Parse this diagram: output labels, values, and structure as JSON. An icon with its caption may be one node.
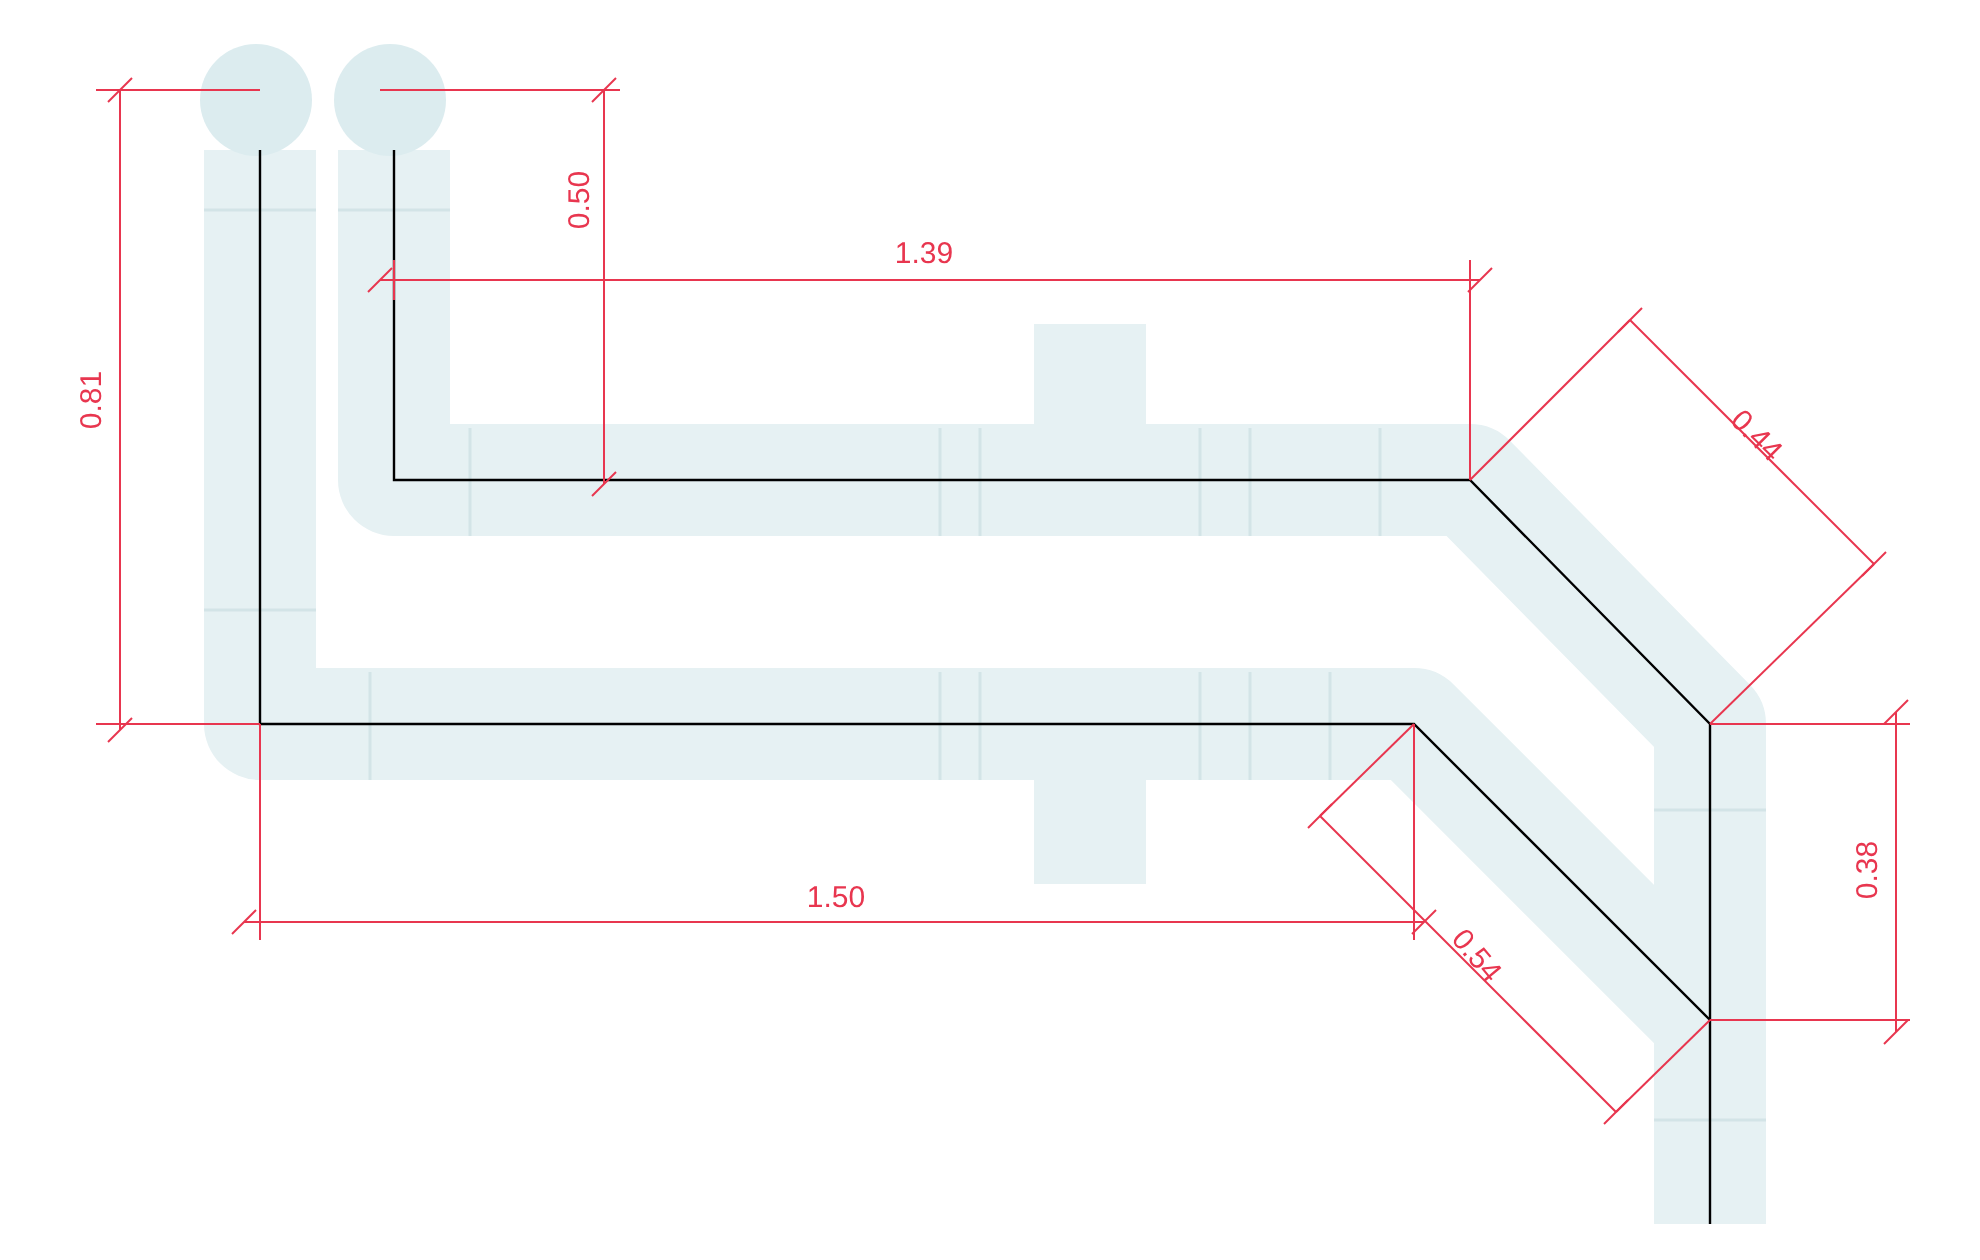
{
  "diagram": {
    "labels": [
      "0.81",
      "0.50",
      "1.39",
      "0.44",
      "1.50",
      "0.54",
      "0.38"
    ]
  }
}
